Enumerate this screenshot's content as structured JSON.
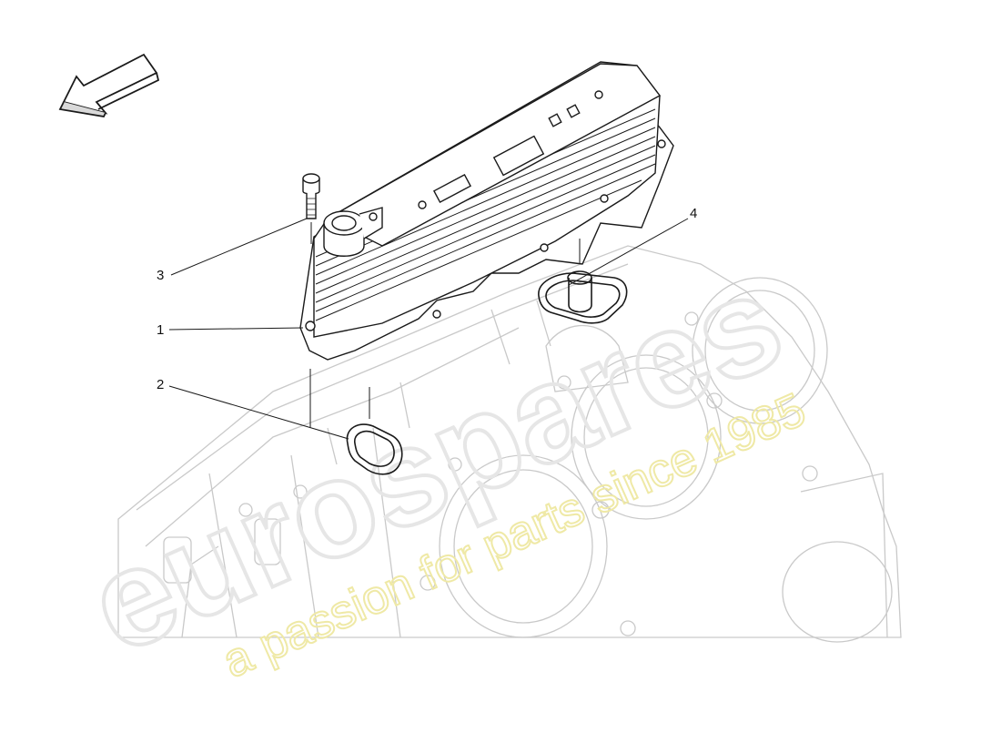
{
  "callouts": [
    {
      "id": "1",
      "label": "1"
    },
    {
      "id": "2",
      "label": "2"
    },
    {
      "id": "3",
      "label": "3"
    },
    {
      "id": "4",
      "label": "4"
    }
  ],
  "watermark": {
    "brand": "eurospares",
    "tagline": "a passion for parts since 1985"
  },
  "colors": {
    "line": "#1a1a1a",
    "faint_line": "#c8c8c8",
    "watermark_text": "#e9e9e9",
    "tagline_text": "#f2eeb0"
  }
}
